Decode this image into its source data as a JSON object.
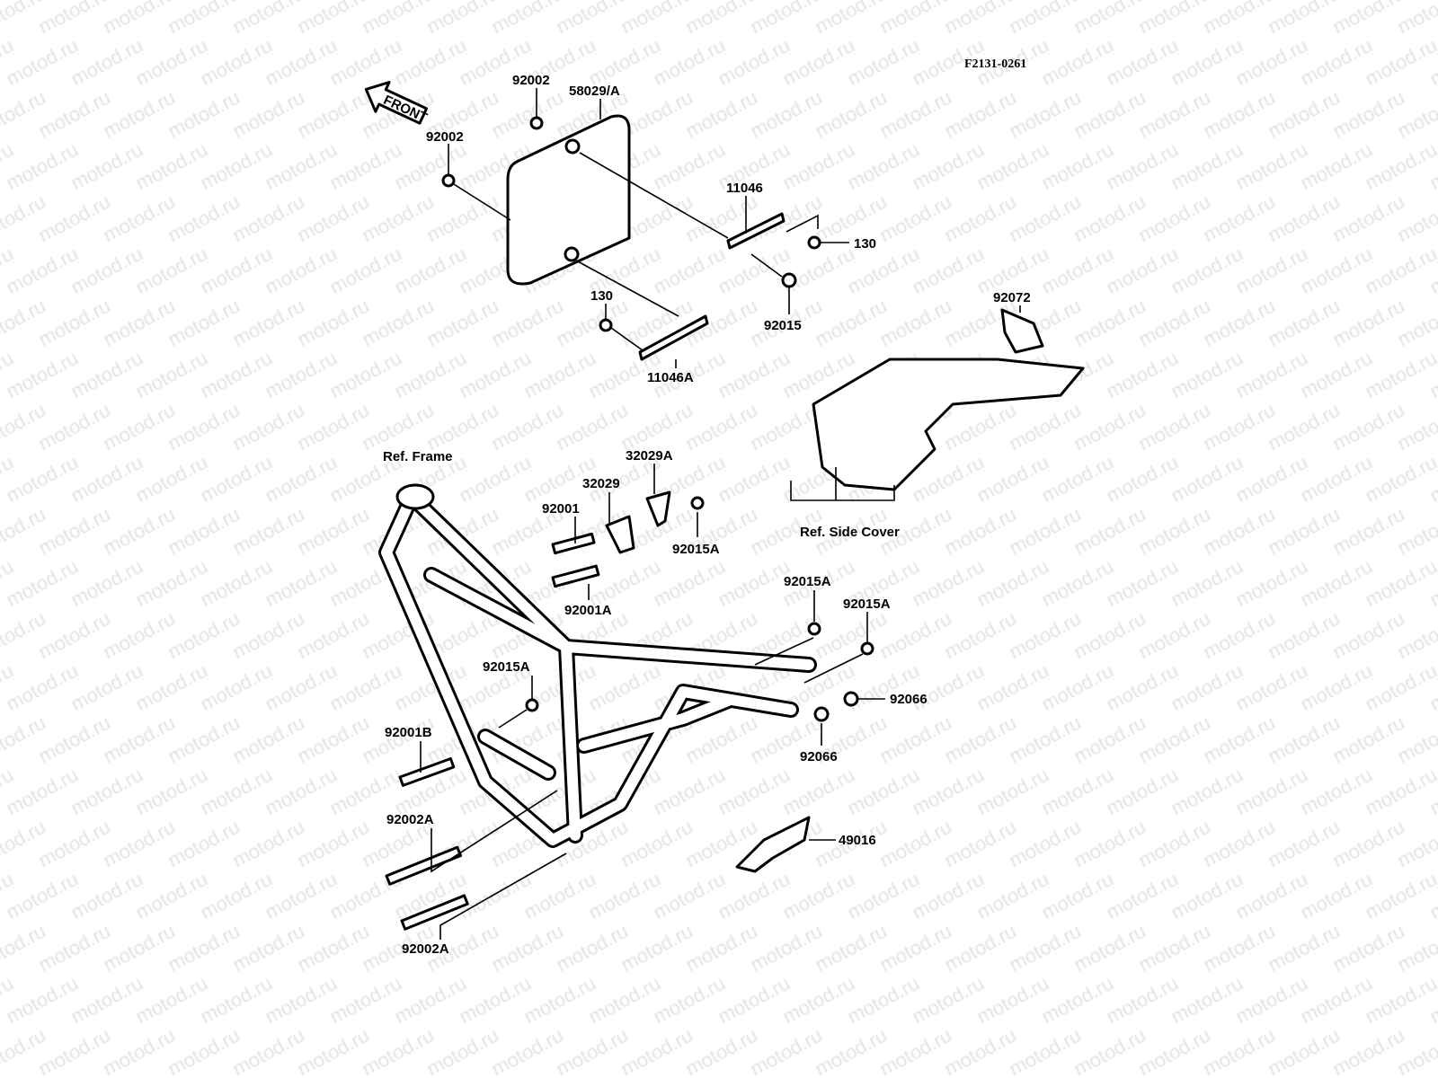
{
  "diagram": {
    "code": "F2131-0261",
    "front_arrow": "FRONT",
    "watermark": "motod.ru",
    "labels": {
      "bolt_top": "92002",
      "cover": "58029/A",
      "bolt_left": "92002",
      "bracket_upper": "11046",
      "bolt_130_right": "130",
      "nut_92015": "92015",
      "bolt_130_left": "130",
      "bracket_lower": "11046A",
      "clip": "92072",
      "ref_frame": "Ref. Frame",
      "ref_side_cover": "Ref. Side Cover",
      "bracket_32029A": "32029A",
      "bracket_32029": "32029",
      "bolt_92001": "92001",
      "nut_92015A_a": "92015A",
      "bolt_92001A": "92001A",
      "nut_92015A_b": "92015A",
      "nut_92015A_c": "92015A",
      "nut_92015A_d": "92015A",
      "cap_92066_a": "92066",
      "cap_92066_b": "92066",
      "bolt_92001B": "92001B",
      "bolt_92002A_a": "92002A",
      "bolt_92002A_b": "92002A",
      "guard_49016": "49016"
    }
  }
}
